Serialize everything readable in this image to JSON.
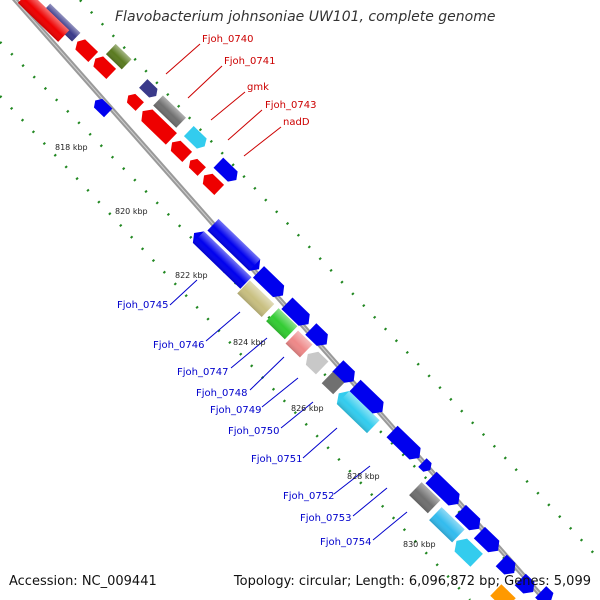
{
  "header": {
    "title": "Flavobacterium johnsoniae UW101, complete genome"
  },
  "footer": {
    "accession": "Accession: NC_009441",
    "summary": "Topology: circular; Length: 6,096,872 bp; Genes: 5,099"
  },
  "ticks": [
    "818 kbp",
    "820 kbp",
    "822 kbp",
    "824 kbp",
    "826 kbp",
    "828 kbp",
    "830 kbp"
  ],
  "gene_labels_top": [
    "Fjoh_0740",
    "Fjoh_0741",
    "gmk",
    "Fjoh_0743",
    "nadD"
  ],
  "gene_labels_bottom": [
    "Fjoh_0745",
    "Fjoh_0746",
    "Fjoh_0747",
    "Fjoh_0748",
    "Fjoh_0749",
    "Fjoh_0750",
    "Fjoh_0751",
    "Fjoh_0752",
    "Fjoh_0753",
    "Fjoh_0754"
  ],
  "colors": {
    "red_gene": "#ee0000",
    "blue_gene": "#0000ee",
    "navy_gene": "#3a3a8a",
    "olive_gene": "#5a7a20",
    "gray_gene": "#707070",
    "cyan_gene": "#33ccee",
    "khaki_gene": "#c8bf80",
    "green_gene": "#33cc33",
    "pink_gene": "#ee8888",
    "lightgray_gene": "#c8c8c8",
    "orange_gene": "#ff9900",
    "backbone": "#888888",
    "dots": "#228822",
    "label_red": "#cc0000",
    "label_blue": "#0000cc"
  }
}
